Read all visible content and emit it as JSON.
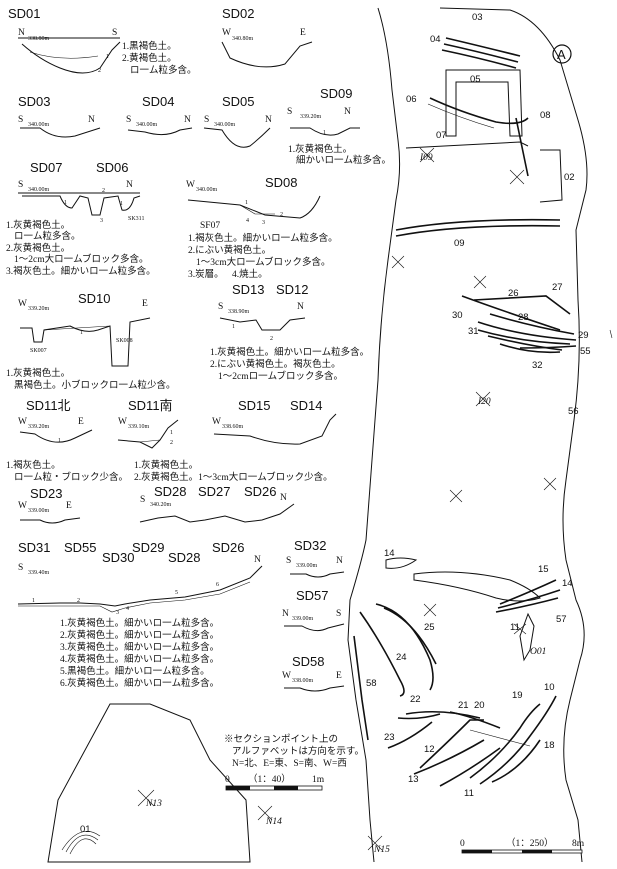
{
  "sections": {
    "sd01": {
      "title": "SD01",
      "left": "N",
      "right": "S",
      "elev": "338.80m",
      "layers": [
        "1.黒褐色土。",
        "2.黄褐色土。",
        "ロ一ム粒多含。"
      ],
      "marks": [
        "1",
        "2"
      ]
    },
    "sd02": {
      "title": "SD02",
      "left": "W",
      "right": "E",
      "elev": "340.80m"
    },
    "sd03": {
      "title": "SD03",
      "left": "S",
      "right": "N",
      "elev": "340.00m"
    },
    "sd04": {
      "title": "SD04",
      "left": "S",
      "right": "N",
      "elev": "340.00m"
    },
    "sd05": {
      "title": "SD05",
      "left": "S",
      "right": "N",
      "elev": "340.00m"
    },
    "sd09": {
      "title": "SD09",
      "left": "S",
      "right": "N",
      "elev": "339.20m",
      "layers": [
        "1.灰黄褐色土。",
        "細かいロ一ム粒多含。"
      ],
      "marks": [
        "1"
      ]
    },
    "sd07": {
      "title": "SD07",
      "title2": "SD06",
      "left": "S",
      "right": "N",
      "elev": "340.00m",
      "layers": [
        "1.灰黄褐色土。",
        "ロ一ム粒多含。",
        "2.灰黄褐色土。",
        "1～2cm大ロ一ムブロック多含。",
        "3.褐灰色土。細かいロ一ム粒多含。"
      ],
      "marks": [
        "1",
        "2",
        "3",
        "1"
      ],
      "tag": "SK311"
    },
    "sd08": {
      "title": "SD08",
      "left": "W",
      "elev": "340.00m",
      "tag": "SF07",
      "layers": [
        "1.褐灰色土。細かいロ一ム粒多含。",
        "2.にぶい黄褐色土。",
        "1～3cm大ロ一ムブロック多含。",
        "3.炭層。",
        "4.焼土。"
      ],
      "marks": [
        "1",
        "4",
        "2",
        "3"
      ]
    },
    "sd10": {
      "title": "SD10",
      "left": "W",
      "right": "E",
      "elev": "339.20m",
      "layers": [
        "1.灰黄褐色土。",
        "黒褐色土。小ブロックロ一ム粒少含。"
      ],
      "marks": [
        "1"
      ],
      "tag1": "SK007",
      "tag2": "SK008"
    },
    "sd13": {
      "title": "SD13",
      "title2": "SD12",
      "left": "S",
      "right": "N",
      "elev": "338.90m",
      "layers": [
        "1.灰黄褐色土。細かいロ一ム粒多含。",
        "2.にぶい黄褐色土。褐灰色土。",
        "1～2cmロ一ムブロック多含。"
      ],
      "marks": [
        "1",
        "2"
      ]
    },
    "sd11n": {
      "title": "SD11北",
      "left": "W",
      "right": "E",
      "elev": "339.20m",
      "layers": [
        "1.褐灰色土。",
        "ロ一ム粒・ブロック少含。"
      ],
      "marks": [
        "1"
      ]
    },
    "sd11s": {
      "title": "SD11南",
      "left": "W",
      "elev": "339.10m",
      "layers": [
        "1.灰黄褐色土。",
        "2.灰黄褐色土。1～3cm大ロ一ムブロック少含。"
      ],
      "marks": [
        "1",
        "2"
      ]
    },
    "sd15": {
      "title": "SD15",
      "title2": "SD14",
      "left": "W",
      "elev": "338.60m"
    },
    "sd23": {
      "title": "SD23",
      "left": "W",
      "right": "E",
      "elev": "339.00m"
    },
    "sd28": {
      "title": "SD28",
      "title2": "SD27",
      "title3": "SD26",
      "left": "S",
      "right": "N",
      "elev": "340.20m"
    },
    "sd31": {
      "titles": [
        "SD31",
        "SD55",
        "SD30",
        "SD29",
        "SD28",
        "SD26"
      ],
      "left": "S",
      "right": "N",
      "elev": "339.40m",
      "layers": [
        "1.灰黄褐色土。細かいロ一ム粒多含。",
        "2.灰黄褐色土。細かいロ一ム粒多含。",
        "3.灰黄褐色土。細かいロ一ム粒多含。",
        "4.灰黄褐色土。細かいロ一ム粒多含。",
        "5.黒褐色土。細かいロ一ム粒多含。",
        "6.灰黄褐色土。細かいロ一ム粒多含。"
      ],
      "marks": [
        "1",
        "2",
        "3",
        "4",
        "5",
        "6"
      ]
    },
    "sd32": {
      "title": "SD32",
      "left": "S",
      "right": "N",
      "elev": "339.00m"
    },
    "sd57": {
      "title": "SD57",
      "left": "N",
      "right": "S",
      "elev": "339.00m"
    },
    "sd58": {
      "title": "SD58",
      "left": "W",
      "right": "E",
      "elev": "338.00m"
    }
  },
  "legend": {
    "lines": [
      "※セクションポイント上の",
      "アルファベットは方向を示す。",
      "N=北、E=東、S=南、W=西"
    ]
  },
  "scale_section": {
    "zero": "0",
    "ratio": "（1：40）",
    "end": "1m"
  },
  "scale_plan": {
    "zero": "0",
    "ratio": "（1：250）",
    "end": "8m"
  },
  "grid_points": [
    "I09",
    "I20",
    "N13",
    "N14",
    "N15"
  ],
  "plan_labels": [
    "03",
    "04",
    "05",
    "06",
    "07",
    "08",
    "02",
    "09",
    "26",
    "27",
    "28",
    "29",
    "30",
    "31",
    "55",
    "32",
    "56",
    "14",
    "15",
    "14",
    "57",
    "11",
    "25",
    "24",
    "58",
    "22",
    "21",
    "20",
    "19",
    "10",
    "23",
    "12",
    "13",
    "18",
    "11",
    "O01",
    "01"
  ],
  "north_symbol": "A"
}
